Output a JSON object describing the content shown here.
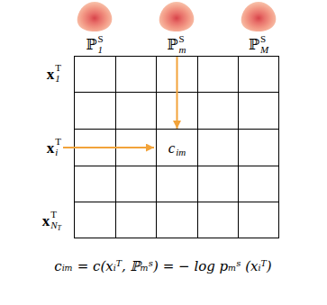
{
  "diagram": {
    "nodes": [
      {
        "text": [
          "ℙ",
          "S",
          "1"
        ]
      },
      {
        "text": [
          "ℙ",
          "S",
          "m"
        ]
      },
      {
        "text": [
          "ℙ",
          "S",
          "M"
        ]
      },
      {
        "text": [
          "c",
          "im"
        ]
      }
    ],
    "edges": [
      {
        "from": 1,
        "to": 3,
        "arrow": "to"
      }
    ],
    "labels": [
      "x",
      "T",
      "1",
      "x",
      "T",
      "i",
      "x",
      "T",
      "N",
      "T",
      "cᵢₘ = c(xᵢᵀ, ℙₘˢ) = − log pₘˢ (xᵢᵀ)"
    ]
  }
}
